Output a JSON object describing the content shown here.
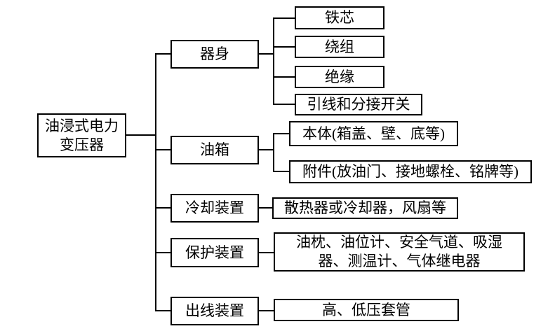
{
  "diagram": {
    "description": "组成结构树状图",
    "colors": {
      "line": "#000000",
      "background": "#ffffff",
      "text": "#000000"
    },
    "root": {
      "label": "油浸式电力变压器",
      "lines": [
        "油浸式电力",
        "变压器"
      ]
    },
    "branches": [
      {
        "label": "器身",
        "children": [
          {
            "label": "铁芯"
          },
          {
            "label": "绕组"
          },
          {
            "label": "绝缘"
          },
          {
            "label": "引线和分接开关"
          }
        ]
      },
      {
        "label": "油箱",
        "children": [
          {
            "label": "本体(箱盖、壁、底等)"
          },
          {
            "label": "附件(放油门、接地螺栓、铭牌等)"
          }
        ]
      },
      {
        "label": "冷却装置",
        "children": [
          {
            "label": "散热器或冷却器，风扇等"
          }
        ]
      },
      {
        "label": "保护装置",
        "children": [
          {
            "label": "油枕、油位计、安全气道、吸湿器、测温计、气体继电器",
            "lines": [
              "油枕、油位计、安全气道、吸湿",
              "器、测温计、气体继电器"
            ]
          }
        ]
      },
      {
        "label": "出线装置",
        "children": [
          {
            "label": "高、低压套管"
          }
        ]
      }
    ]
  }
}
